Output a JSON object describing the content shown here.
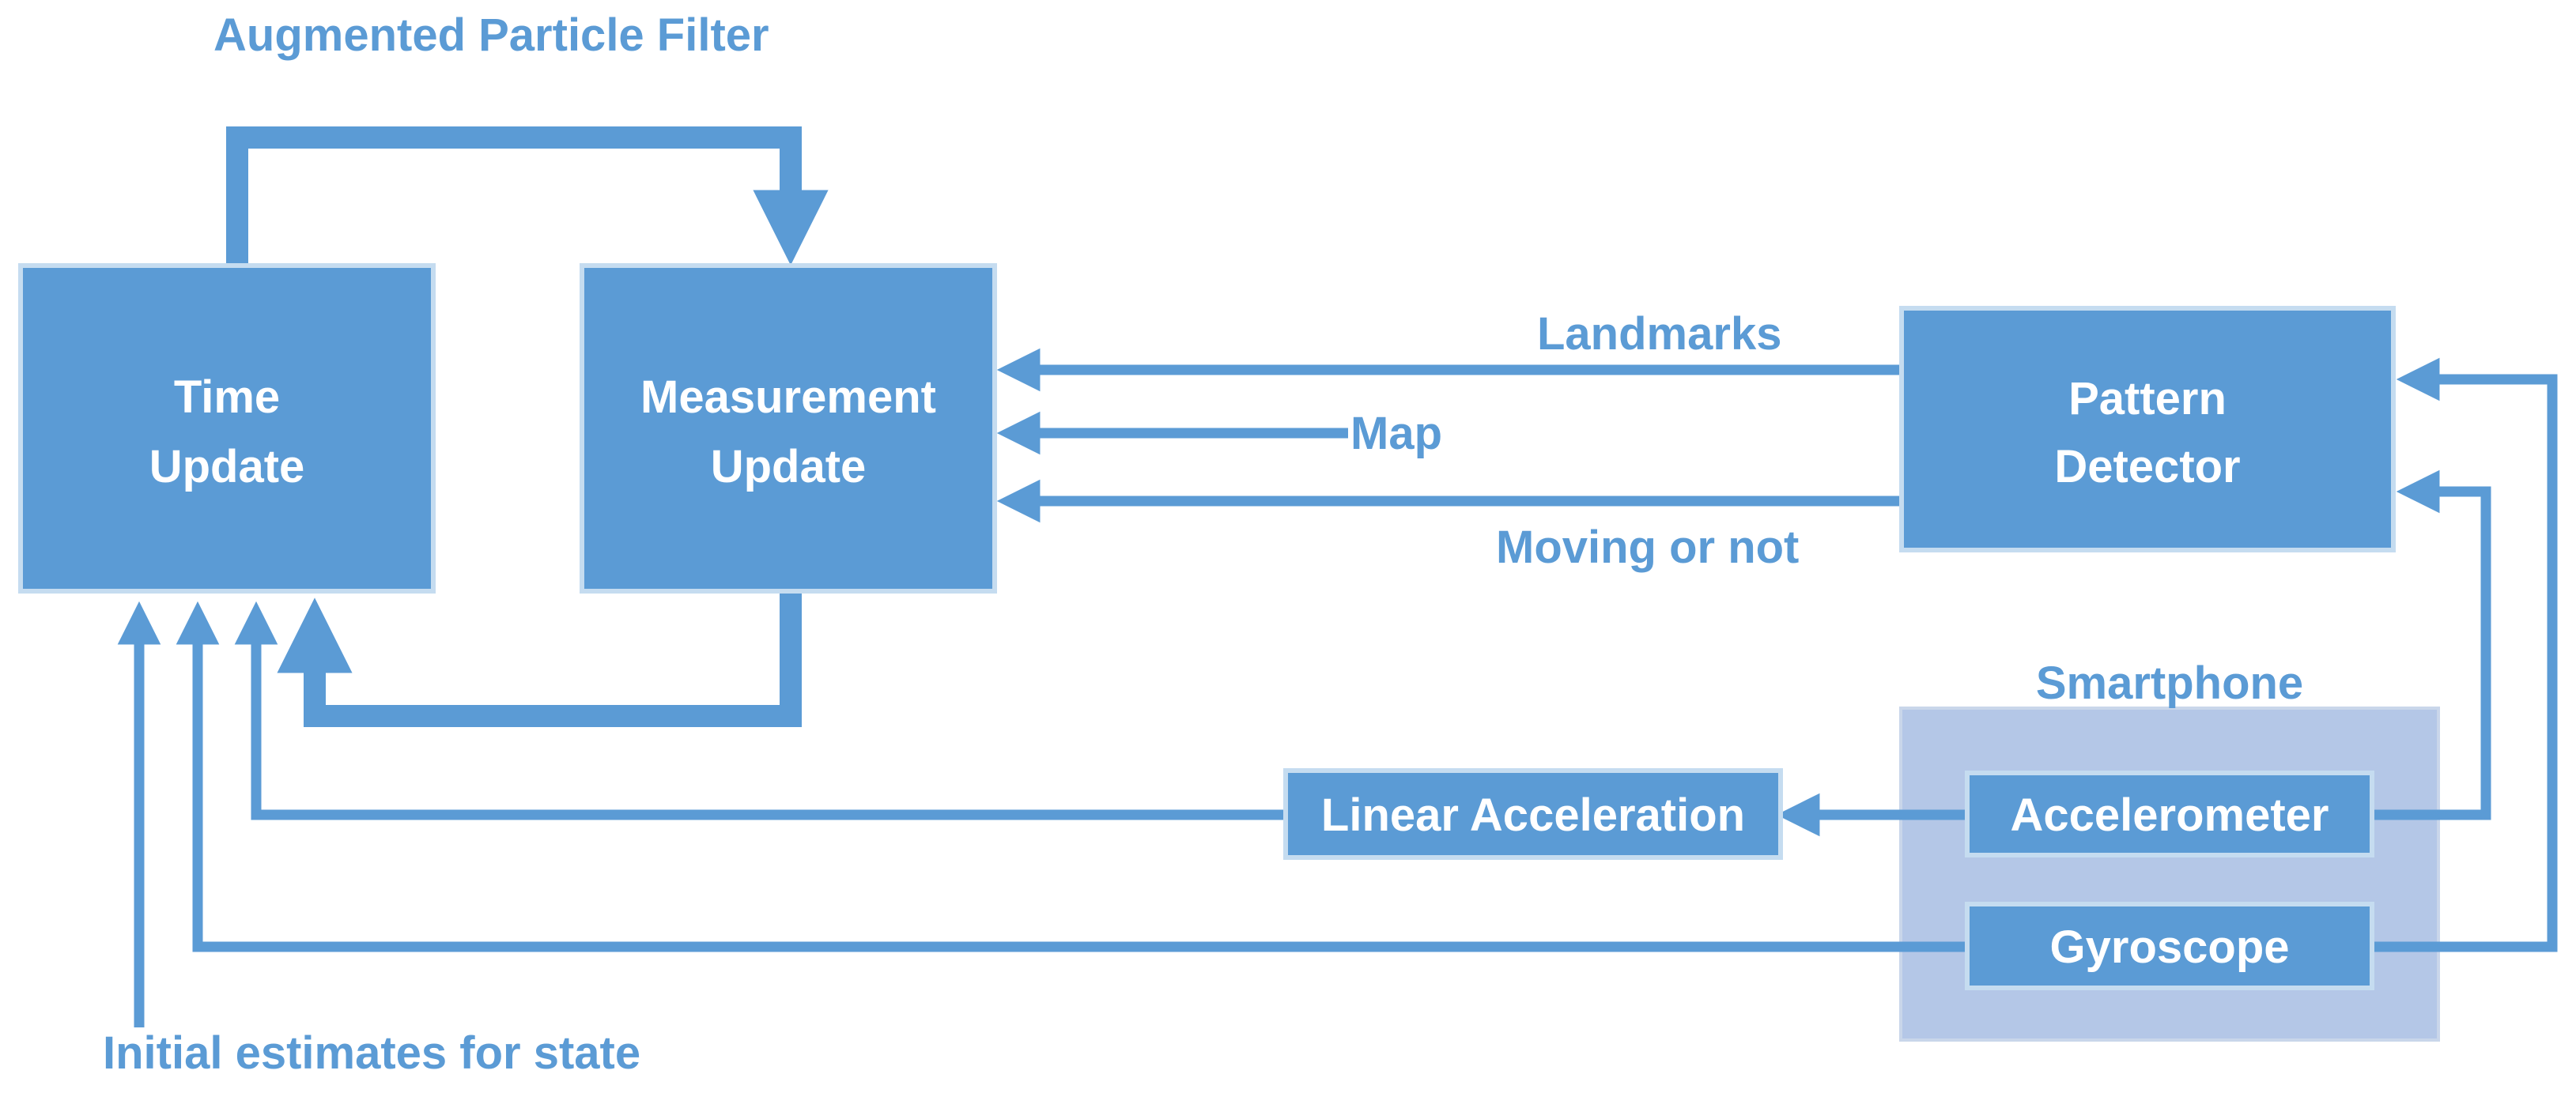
{
  "title": "Augmented Particle Filter",
  "colors": {
    "block": "#5b9bd5",
    "block_edge": "#c5dcf0",
    "arrow": "#5b9bd5",
    "label": "#5b9bd5",
    "group_fill": "#b4c7e7"
  },
  "nodes": {
    "time_update": {
      "line1": "Time",
      "line2": "Update"
    },
    "measurement_update": {
      "line1": "Measurement",
      "line2": "Update"
    },
    "pattern_detector": {
      "line1": "Pattern",
      "line2": "Detector"
    },
    "linear_acceleration": {
      "label": "Linear Acceleration"
    },
    "accelerometer": {
      "label": "Accelerometer"
    },
    "gyroscope": {
      "label": "Gyroscope"
    }
  },
  "group": {
    "label": "Smartphone"
  },
  "edges": {
    "landmarks": "Landmarks",
    "map": "Map",
    "moving_or_not": "Moving or not",
    "initial_estimates": "Initial estimates for state"
  }
}
